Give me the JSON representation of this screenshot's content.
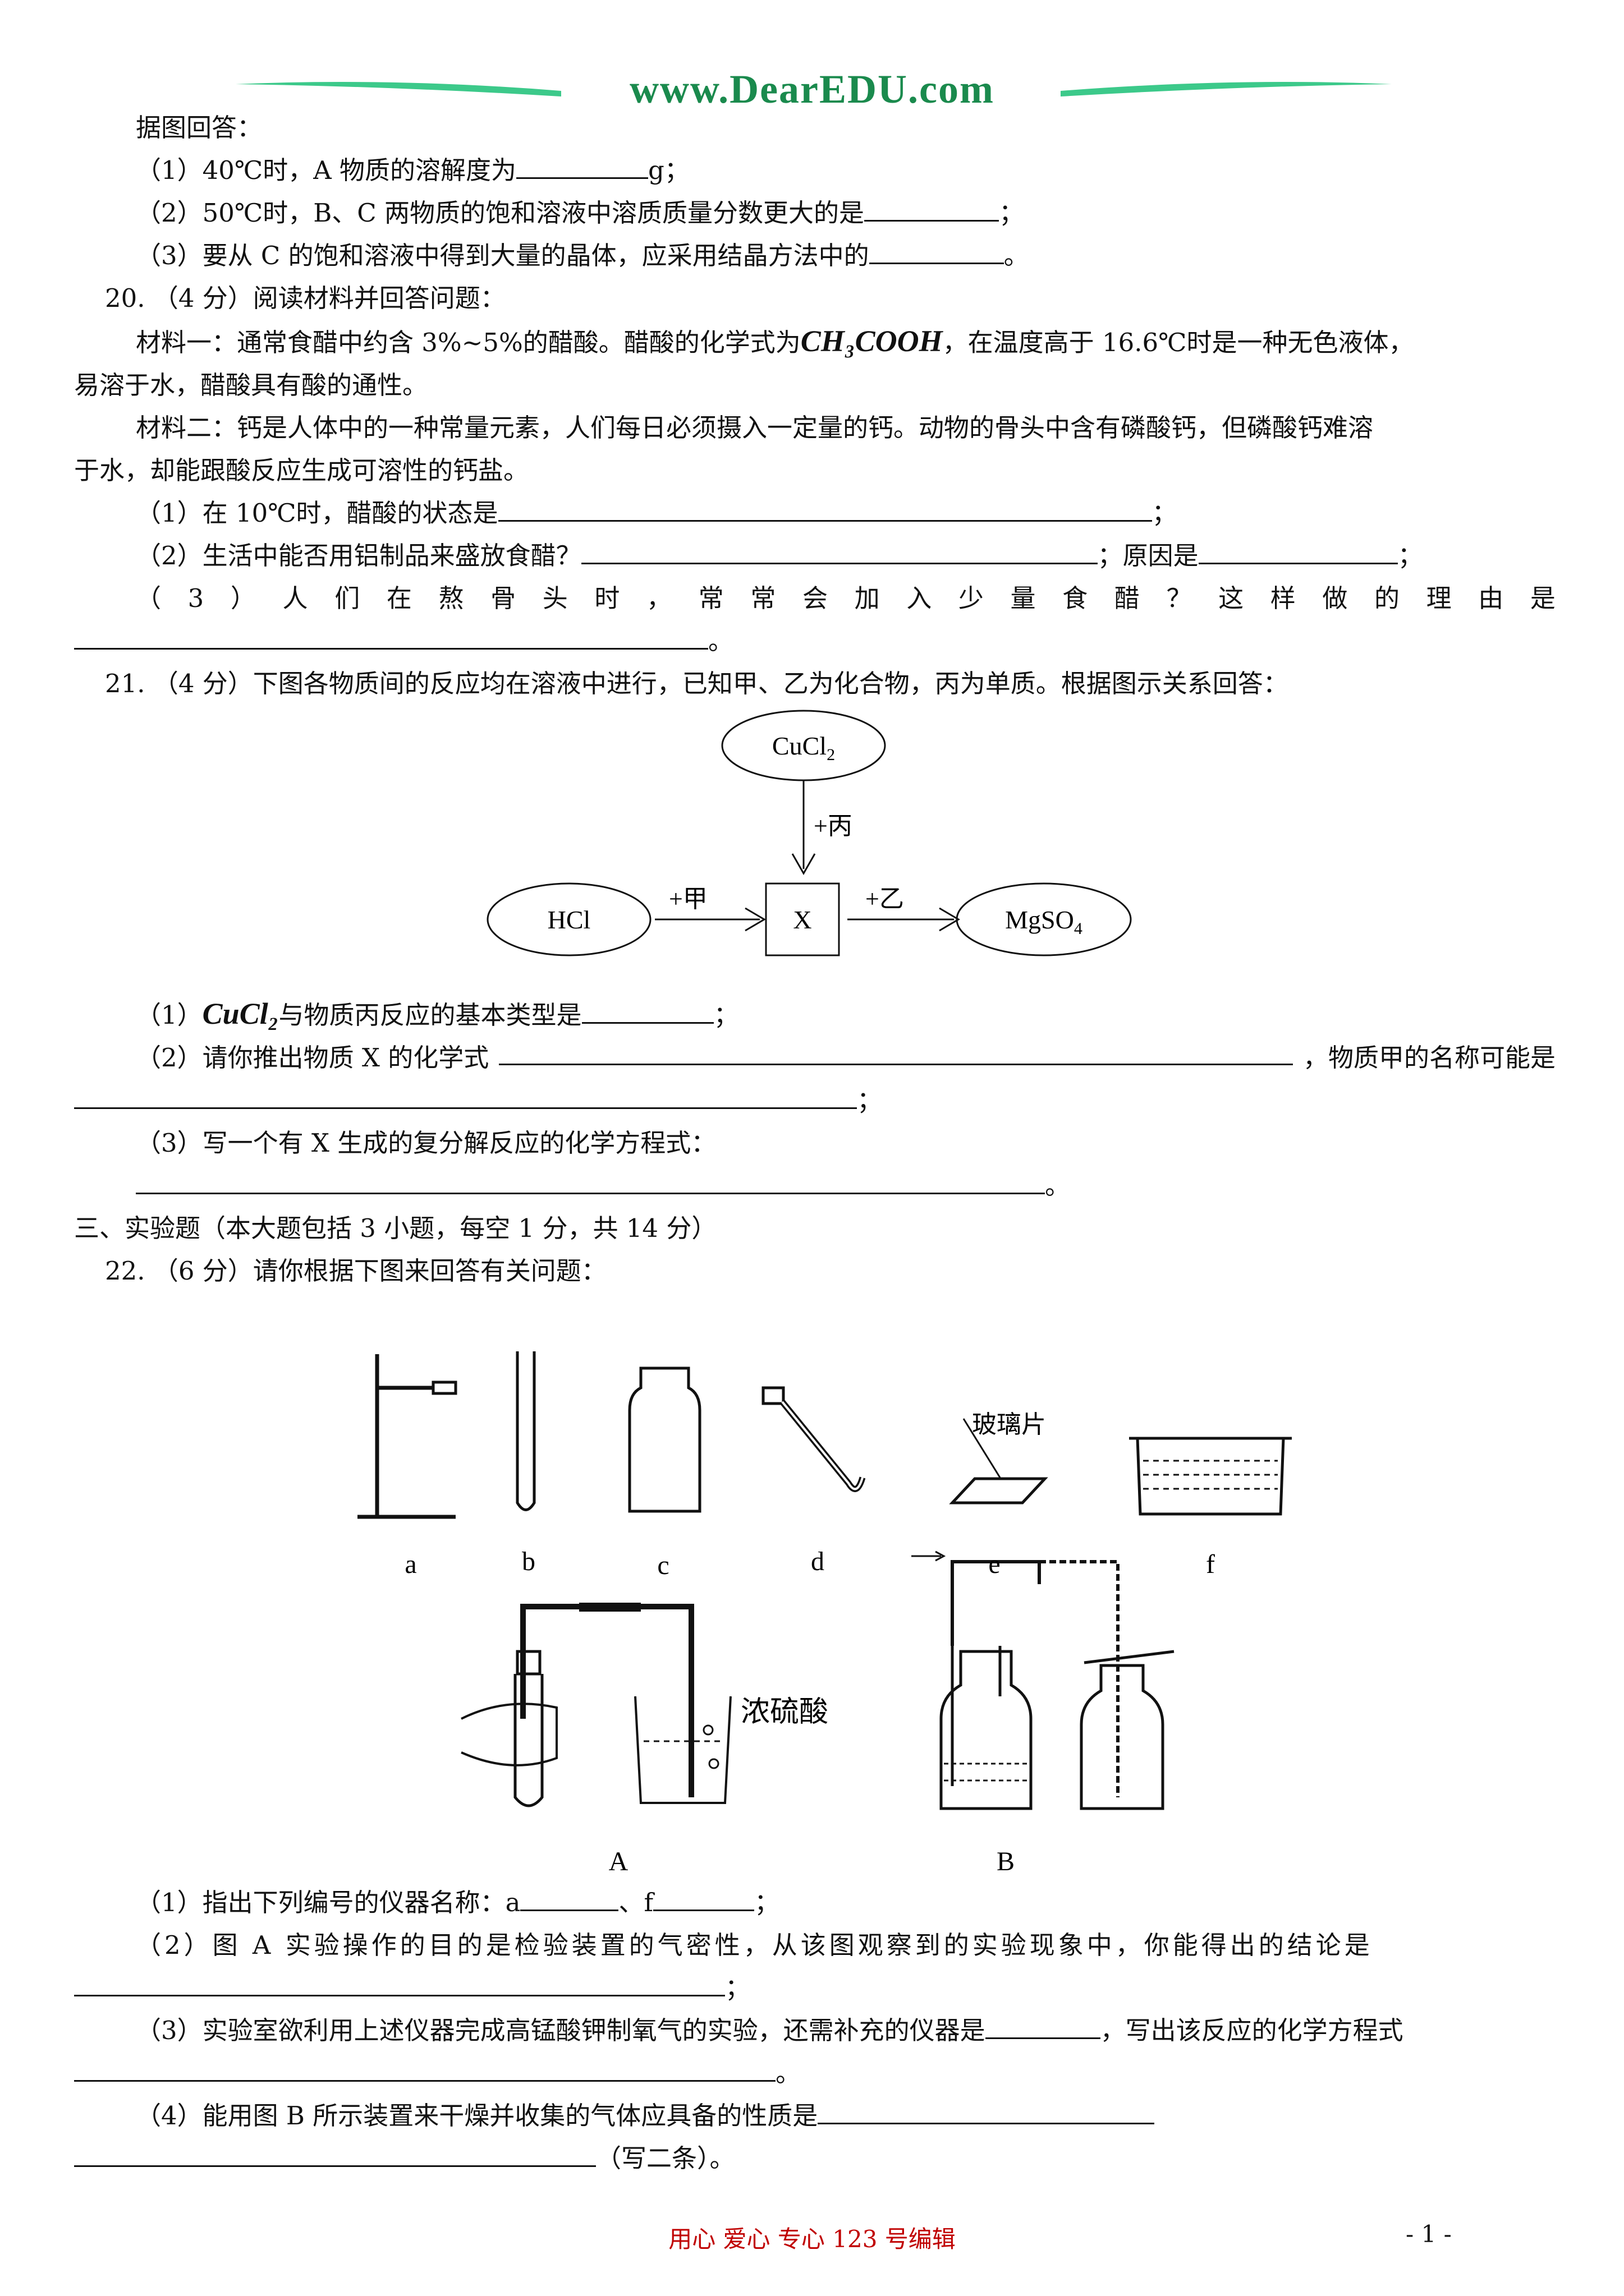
{
  "header": {
    "site": "www.DearEDU.com",
    "brand_color": "#1a8a4d"
  },
  "q19": {
    "intro": "据图回答：",
    "p1a": "（1）40℃时，A 物质的溶解度为",
    "p1b": "g；",
    "p2a": "（2）50℃时，B、C 两物质的饱和溶液中溶质质量分数更大的是",
    "p2b": "；",
    "p3a": "（3）要从 C 的饱和溶液中得到大量的晶体，应采用结晶方法中的",
    "p3b": "。"
  },
  "q20": {
    "title": "20. （4 分）阅读材料并回答问题：",
    "m1a": "材料一：通常食醋中约含 3%~5%的醋酸。醋酸的化学式为",
    "m1formula": "CH₃COOH",
    "m1b": "，在温度高于 16.6℃时是一种无色液体，",
    "m1c": "易溶于水，醋酸具有酸的通性。",
    "m2a": "材料二：钙是人体中的一种常量元素，人们每日必须摄入一定量的钙。动物的骨头中含有磷酸钙，但磷酸钙难溶",
    "m2b": "于水，却能跟酸反应生成可溶性的钙盐。",
    "s1a": "（1）在 10℃时，醋酸的状态是",
    "s1b": "；",
    "s2a": "（2）生活中能否用铝制品来盛放食醋？",
    "s2b": "；原因是",
    "s2c": "；",
    "s3chars": [
      "（",
      "3",
      "）",
      "人",
      "们",
      "在",
      "熬",
      "骨",
      "头",
      "时",
      "，",
      "常",
      "常",
      "会",
      "加",
      "入",
      "少",
      "量",
      "食",
      "醋",
      "？",
      "这",
      "样",
      "做",
      "的",
      "理",
      "由",
      "是"
    ],
    "s3end": "。"
  },
  "q21": {
    "title": "21. （4 分）下图各物质间的反应均在溶液中进行，已知甲、乙为化合物，丙为单质。根据图示关系回答：",
    "diagram": {
      "cucl2": "CuCl",
      "cucl2_sub": "2",
      "hcl": "HCl",
      "x": "X",
      "mgso4": "MgSO",
      "mgso4_sub": "4",
      "arrow_bing": "+丙",
      "arrow_jia": "+甲",
      "arrow_yi": "+乙"
    },
    "s1pre": "（1）",
    "s1formula": "CuCl₂",
    "s1a": "与物质丙反应的基本类型是",
    "s1b": "；",
    "s2a": "（2）请你推出物质 X 的化学式",
    "s2b": "，物质甲的名称可能是",
    "s2end": "；",
    "s3": "（3）写一个有 X 生成的复分解反应的化学方程式：",
    "s3end": "。"
  },
  "section3": {
    "title": "三、实验题（本大题包括 3 小题，每空 1 分，共 14 分）"
  },
  "q22": {
    "title": "22. （6 分）请你根据下图来回答有关问题：",
    "figure": {
      "glass_label": "玻璃片",
      "labels": [
        "a",
        "b",
        "c",
        "d",
        "e",
        "f"
      ],
      "acid_label": "浓硫酸",
      "apparatus_labels": [
        "A",
        "B"
      ]
    },
    "s1a": "（1）指出下列编号的仪器名称：a",
    "s1b": "、f",
    "s1c": "；",
    "s2": "（2）图 A 实验操作的目的是检验装置的气密性，从该图观察到的实验现象中，你能得出的结论是",
    "s2end": "；",
    "s3a": "（3）实验室欲利用上述仪器完成高锰酸钾制氧气的实验，还需补充的仪器是",
    "s3b": "，写出该反应的化学方程式",
    "s3end": "。",
    "s4": "（4）能用图 B 所示装置来干燥并收集的气体应具备的性质是",
    "s4end": "（写二条）。"
  },
  "footer": {
    "center": "用心  爱心  专心    123 号编辑",
    "page": "- 1 -",
    "center_color": "#c00000"
  }
}
